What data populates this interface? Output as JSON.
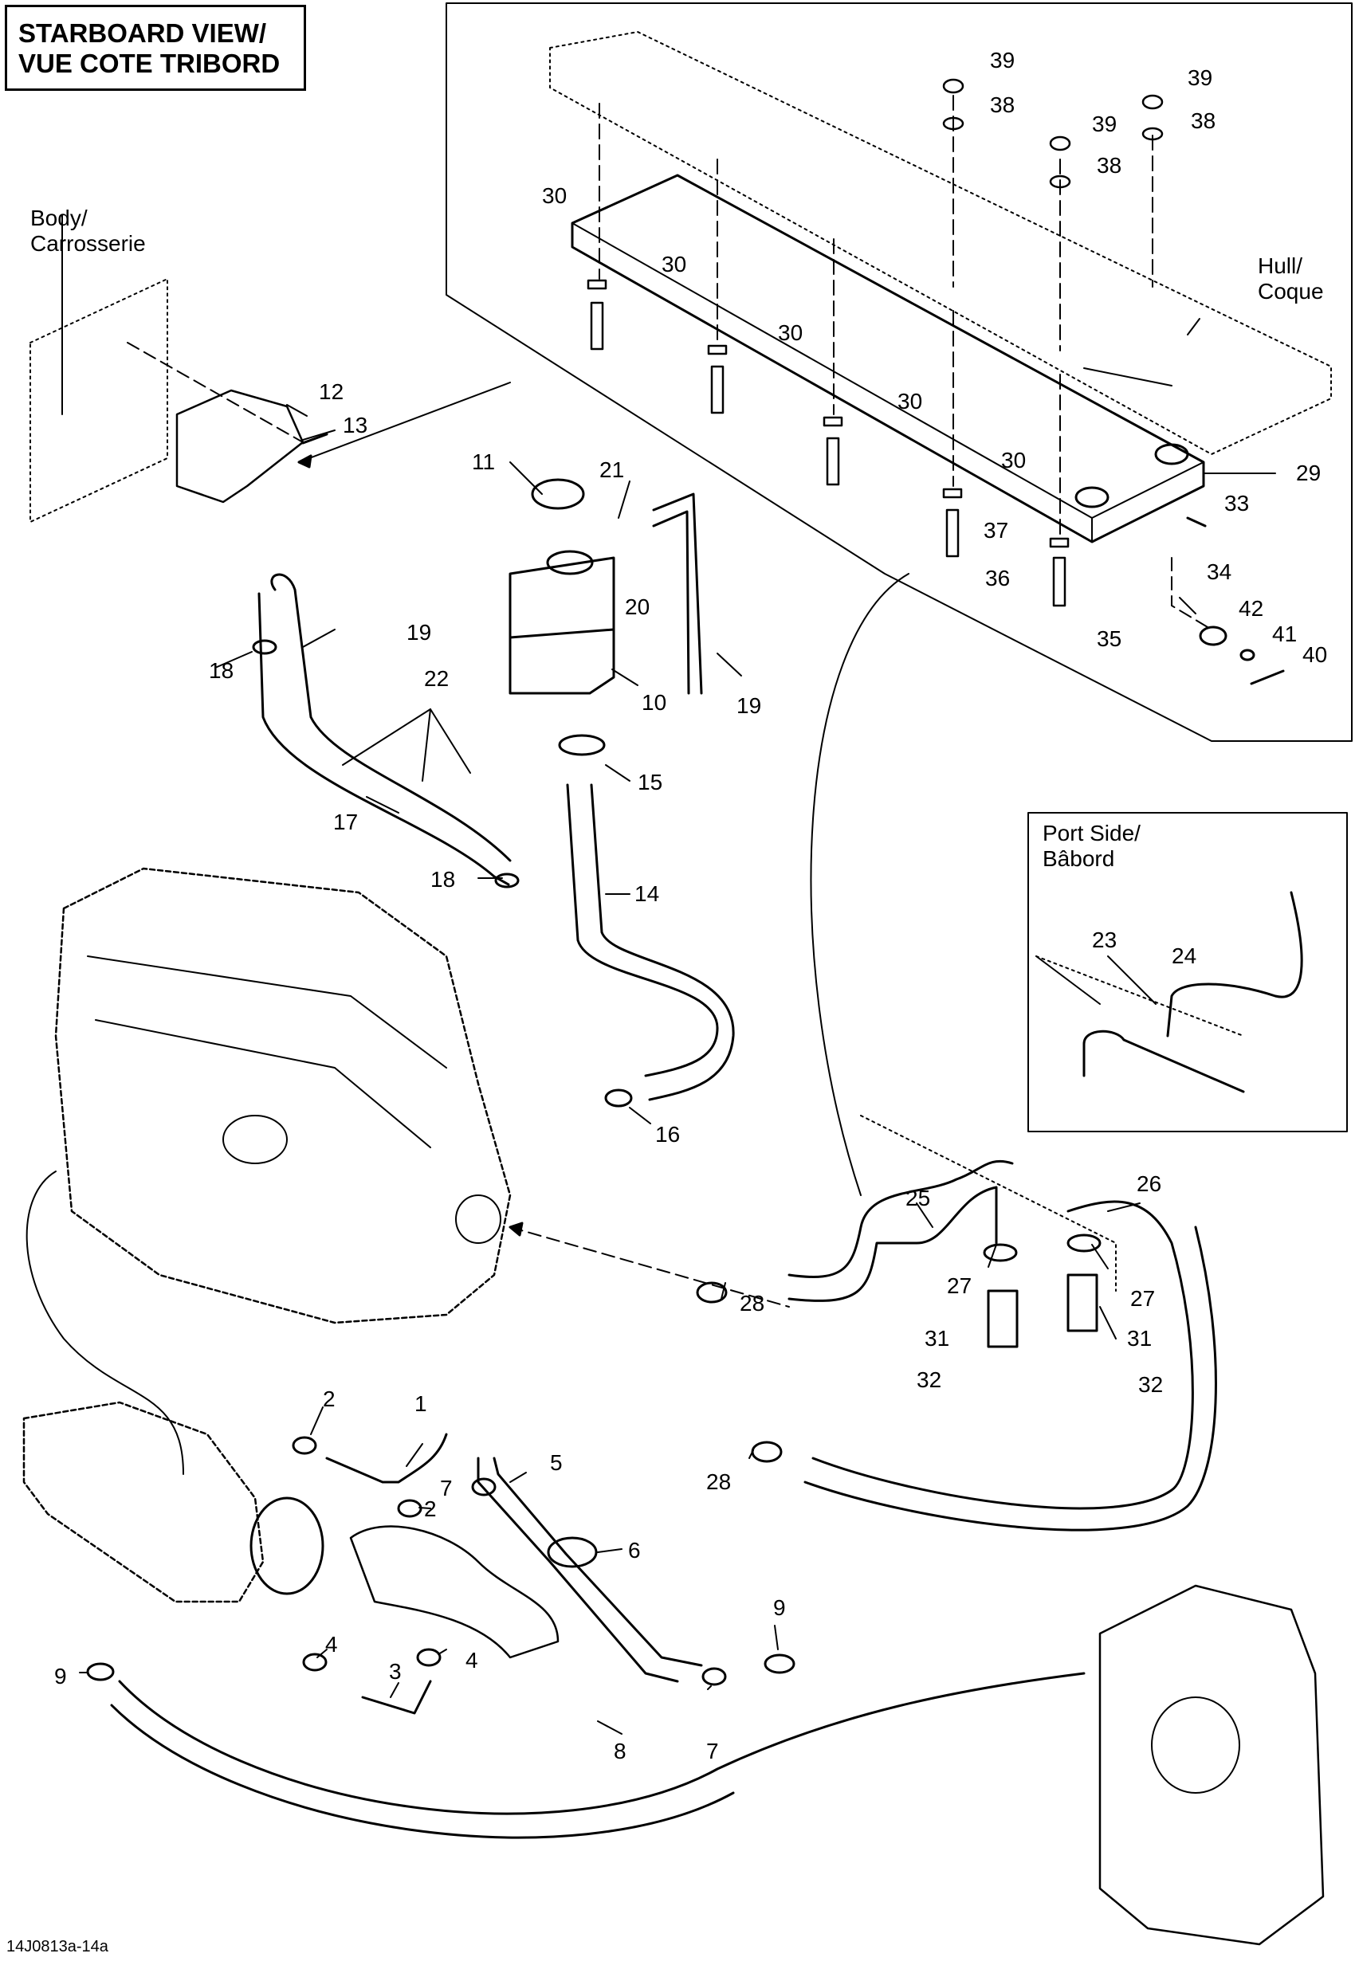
{
  "header": {
    "title_line1": "STARBOARD VIEW/",
    "title_line2": "VUE COTE TRIBORD"
  },
  "labels": {
    "body_line1": "Body/",
    "body_line2": "Carrosserie",
    "hull_line1": "Hull/",
    "hull_line2": "Coque",
    "port_line1": "Port Side/",
    "port_line2": "Bâbord"
  },
  "callouts": {
    "c1": "1",
    "c2a": "2",
    "c2b": "2",
    "c3": "3",
    "c4a": "4",
    "c4b": "4",
    "c5": "5",
    "c6": "6",
    "c7a": "7",
    "c7b": "7",
    "c8": "8",
    "c9a": "9",
    "c9b": "9",
    "c10": "10",
    "c11": "11",
    "c12": "12",
    "c13": "13",
    "c14": "14",
    "c15": "15",
    "c16": "16",
    "c17": "17",
    "c18a": "18",
    "c18b": "18",
    "c19a": "19",
    "c19b": "19",
    "c20": "20",
    "c21": "21",
    "c22": "22",
    "c23": "23",
    "c24": "24",
    "c25": "25",
    "c26": "26",
    "c27a": "27",
    "c27b": "27",
    "c28a": "28",
    "c28b": "28",
    "c29": "29",
    "c30a": "30",
    "c30b": "30",
    "c30c": "30",
    "c30d": "30",
    "c30e": "30",
    "c31a": "31",
    "c31b": "31",
    "c32a": "32",
    "c32b": "32",
    "c33": "33",
    "c34": "34",
    "c35": "35",
    "c36": "36",
    "c37": "37",
    "c38a": "38",
    "c38b": "38",
    "c38c": "38",
    "c39a": "39",
    "c39b": "39",
    "c39c": "39",
    "c40": "40",
    "c41": "41",
    "c42": "42"
  },
  "footer": {
    "code": "14J0813a-14a"
  }
}
